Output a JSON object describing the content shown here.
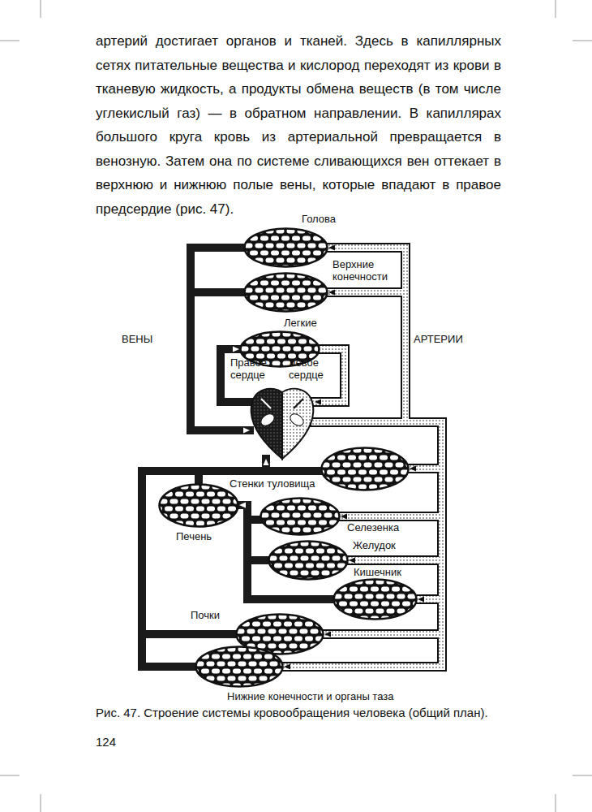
{
  "diagram": {
    "caption": "Рис. 47. Строение системы кровообращения человека (общий план).",
    "nodes": [
      {
        "text": [
          "Голова"
        ]
      },
      {
        "text": [
          "Верхние конечности"
        ]
      },
      {
        "text": [
          "Легкие"
        ]
      },
      {
        "text": [
          "Правое сердце"
        ]
      },
      {
        "text": [
          "Левое сердце"
        ]
      },
      {
        "text": [
          "Стенки туловища"
        ]
      },
      {
        "text": [
          "Печень"
        ]
      },
      {
        "text": [
          "Селезенка"
        ]
      },
      {
        "text": [
          "Желудок"
        ]
      },
      {
        "text": [
          "Кишечник"
        ]
      },
      {
        "text": [
          "Почки"
        ]
      },
      {
        "text": [
          "Нижние конечности и органы таза"
        ]
      }
    ],
    "edges": [
      {
        "from": 3,
        "to": 2,
        "arrow": "to"
      },
      {
        "from": 2,
        "to": 4,
        "arrow": "to"
      },
      {
        "from": 4,
        "to": 0,
        "arrow": "to"
      },
      {
        "from": 4,
        "to": 1,
        "arrow": "to"
      },
      {
        "from": 4,
        "to": 5,
        "arrow": "to"
      },
      {
        "from": 4,
        "to": 7,
        "arrow": "to"
      },
      {
        "from": 4,
        "to": 8,
        "arrow": "to"
      },
      {
        "from": 4,
        "to": 9,
        "arrow": "to"
      },
      {
        "from": 4,
        "to": 10,
        "arrow": "to"
      },
      {
        "from": 4,
        "to": 11,
        "arrow": "to"
      },
      {
        "from": 0,
        "to": 3,
        "arrow": "to"
      },
      {
        "from": 1,
        "to": 3,
        "arrow": "to"
      },
      {
        "from": 5,
        "to": 3,
        "arrow": "to"
      },
      {
        "from": 6,
        "to": 3,
        "arrow": "to"
      },
      {
        "from": 10,
        "to": 3,
        "arrow": "to"
      },
      {
        "from": 11,
        "to": 3,
        "arrow": "to"
      },
      {
        "from": 7,
        "to": 6,
        "arrow": "to"
      },
      {
        "from": 8,
        "to": 6,
        "arrow": "to"
      },
      {
        "from": 9,
        "to": 6,
        "arrow": "to"
      }
    ],
    "labels": [
      "артерий достигает органов и тканей. Здесь в капиллярных сетях питательные вещества и кислород переходят из крови в тканевую жидкость, а продукты обмена веществ (в том числе углекислый газ) — в обратном направлении. В капиллярах большого круга кровь из артериальной превращается в венозную. Затем она по системе сливающихся вен оттекает в верхнюю и нижнюю полые вены, которые впадают в правое предсердие (рис. 47).",
      "ВЕНЫ",
      "АРТЕРИИ",
      "124"
    ]
  }
}
